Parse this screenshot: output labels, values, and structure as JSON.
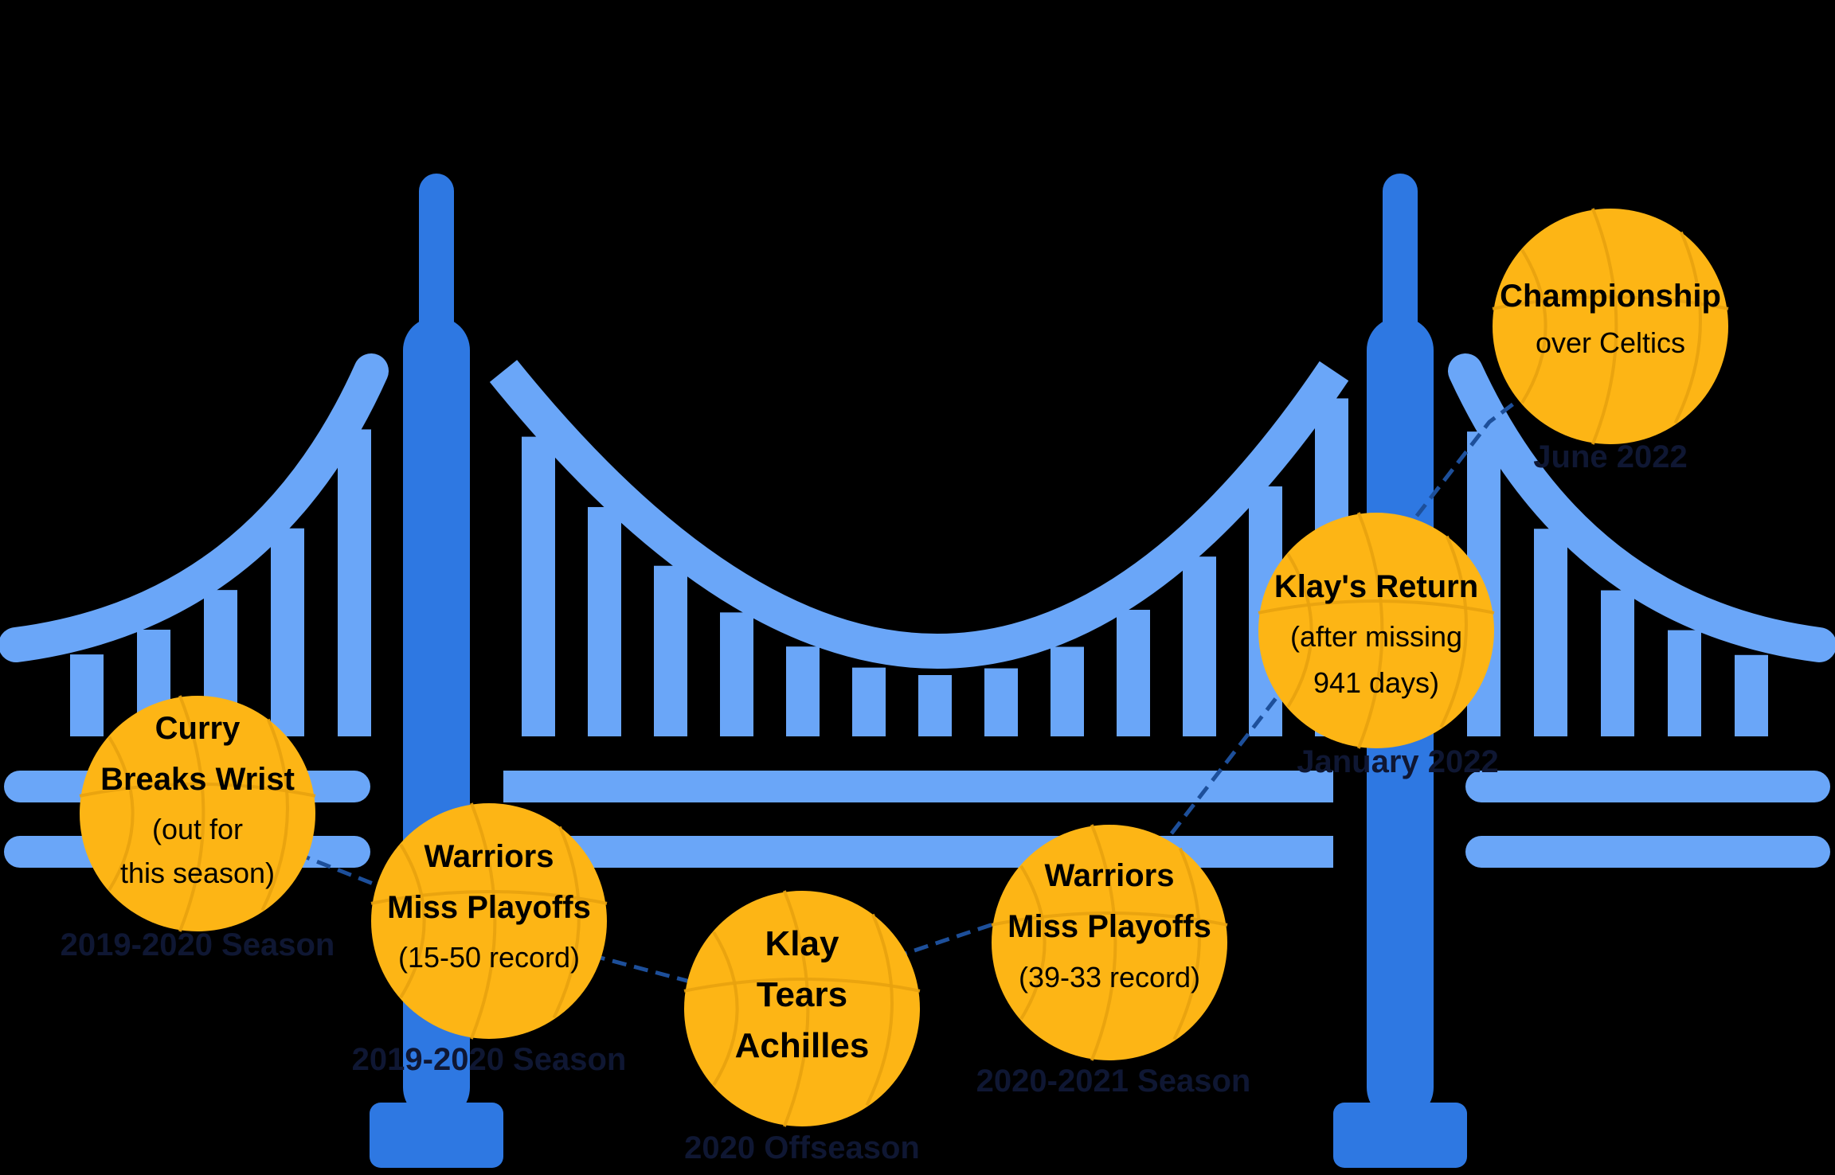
{
  "colors": {
    "background": "#000000",
    "tower": "#2e78e2",
    "cable": "#6aa6f8",
    "ball": "#fdb515",
    "ball_seam": "#e8a20e",
    "connector": "#1d4f9a",
    "date_text": "#0f1733"
  },
  "events": [
    {
      "title_lines": [
        "Curry",
        "Breaks Wrist"
      ],
      "detail_lines": [
        "(out for",
        "this season)"
      ],
      "date": "2019-2020 Season"
    },
    {
      "title_lines": [
        "Warriors",
        "Miss Playoffs"
      ],
      "detail_lines": [
        "(15-50 record)"
      ],
      "date": "2019-2020 Season"
    },
    {
      "title_lines": [
        "Klay",
        "Tears",
        "Achilles"
      ],
      "detail_lines": [],
      "date": "2020 Offseason"
    },
    {
      "title_lines": [
        "Warriors",
        "Miss Playoffs"
      ],
      "detail_lines": [
        "(39-33 record)"
      ],
      "date": "2020-2021 Season"
    },
    {
      "title_lines": [
        "Klay's Return"
      ],
      "detail_lines": [
        "(after missing",
        "941 days)"
      ],
      "date": "January 2022"
    },
    {
      "title_lines": [
        "Championship"
      ],
      "detail_lines": [
        "over Celtics"
      ],
      "date": "June 2022"
    }
  ]
}
